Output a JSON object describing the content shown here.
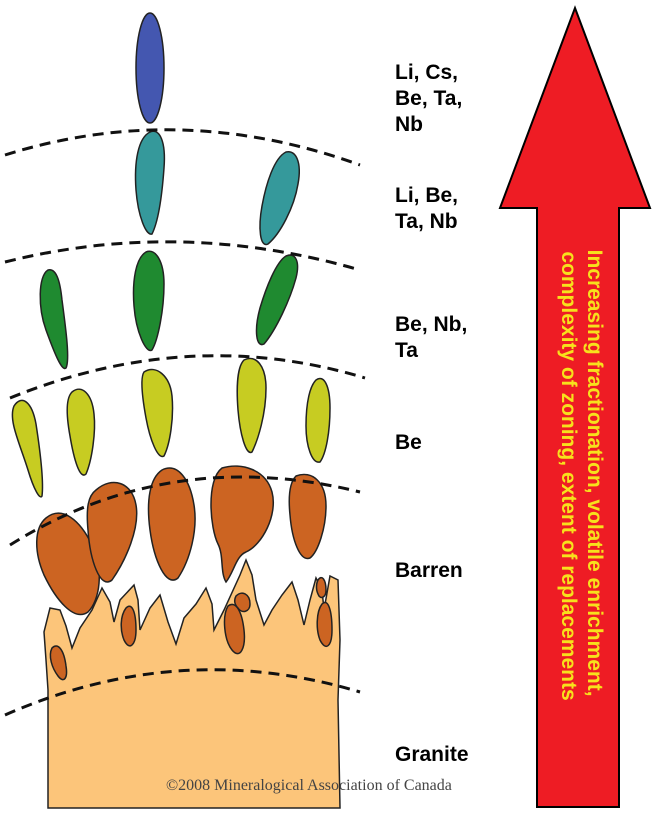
{
  "zones": [
    {
      "label": "Li, Cs,\nBe, Ta,\nNb",
      "color": "#4457b0"
    },
    {
      "label": "Li, Be,\nTa, Nb",
      "color": "#35999b"
    },
    {
      "label": "Be, Nb,\nTa",
      "color": "#1f8a30"
    },
    {
      "label": "Be",
      "color": "#c7cc22"
    },
    {
      "label": "Barren",
      "color": "#cc6422"
    },
    {
      "label": "Granite",
      "color": "#fcc57a"
    }
  ],
  "arrow": {
    "lines": [
      "Increasing fractionation, volatile enrichment,",
      "complexity of zoning, extent of replacements"
    ],
    "fill": "#ee1c24",
    "text_color": "#f7e11c"
  },
  "copyright": "©2008 Mineralogical Association of Canada"
}
